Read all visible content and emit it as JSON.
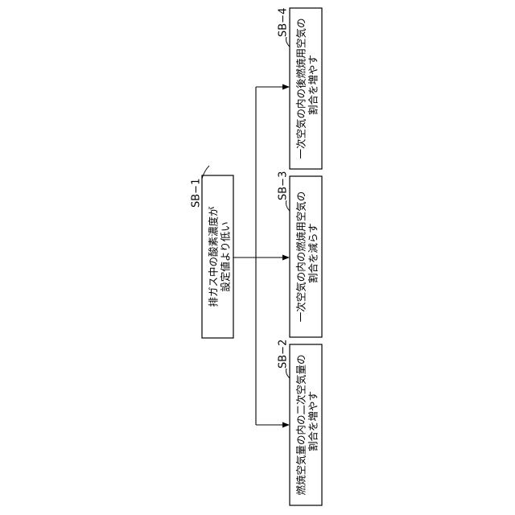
{
  "diagram": {
    "steps": [
      {
        "id": "SB−1",
        "lines": [
          "排ガス中の酸素濃度が",
          "設定値より低い"
        ]
      },
      {
        "id": "SB−2",
        "lines": [
          "燃焼空気量の内の二次空気量の",
          "割合を増やす"
        ]
      },
      {
        "id": "SB−3",
        "lines": [
          "一次空気の内の燃焼用空気の",
          "割合を減らす"
        ]
      },
      {
        "id": "SB−4",
        "lines": [
          "一次空気の内の後燃焼用空気の",
          "割合を増やす"
        ]
      }
    ]
  }
}
